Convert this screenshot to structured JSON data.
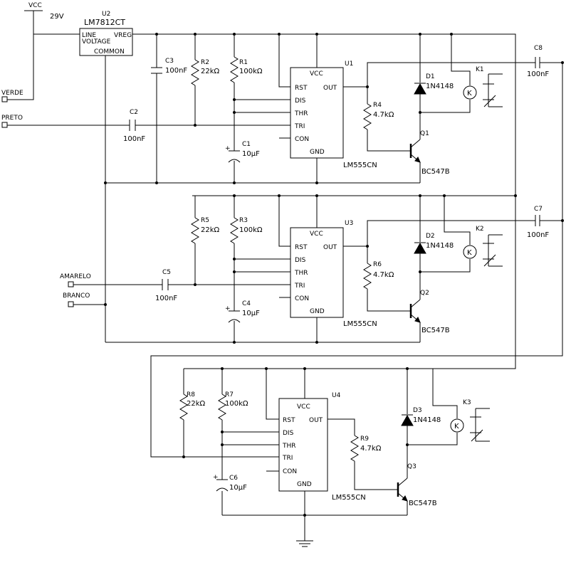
{
  "supply": {
    "net_label": "VCC",
    "voltage": "29V"
  },
  "regulator": {
    "ref": "U2",
    "part": "LM7812CT",
    "pin_in": "LINE\nVOLTAGE",
    "pin_out": "VREG",
    "pin_gnd": "COMMON"
  },
  "inputs": {
    "verde": "VERDE",
    "preto": "PRETO",
    "amarelo": "AMARELO",
    "branco": "BRANCO"
  },
  "timer_pins": {
    "vcc": "VCC",
    "rst": "RST",
    "dis": "DIS",
    "thr": "THR",
    "tri": "TRI",
    "con": "CON",
    "gnd": "GND",
    "out": "OUT"
  },
  "stage1": {
    "timer": {
      "ref": "U1",
      "part": "LM555CN"
    },
    "c_vcc": {
      "ref": "C3",
      "value": "100nF"
    },
    "r_pullup": {
      "ref": "R2",
      "value": "22kΩ"
    },
    "r_timing": {
      "ref": "R1",
      "value": "100kΩ"
    },
    "c_timing": {
      "ref": "C1",
      "value": "10µF"
    },
    "c_input": {
      "ref": "C2",
      "value": "100nF"
    },
    "r_base": {
      "ref": "R4",
      "value": "4.7kΩ"
    },
    "diode": {
      "ref": "D1",
      "part": "1N4148"
    },
    "relay": {
      "ref": "K1"
    },
    "transistor": {
      "ref": "Q1",
      "part": "BC547B"
    },
    "c_couple": {
      "ref": "C8",
      "value": "100nF"
    }
  },
  "stage2": {
    "timer": {
      "ref": "U3",
      "part": "LM555CN"
    },
    "r_pullup": {
      "ref": "R5",
      "value": "22kΩ"
    },
    "r_timing": {
      "ref": "R3",
      "value": "100kΩ"
    },
    "c_timing": {
      "ref": "C4",
      "value": "10µF"
    },
    "c_input": {
      "ref": "C5",
      "value": "100nF"
    },
    "r_base": {
      "ref": "R6",
      "value": "4.7kΩ"
    },
    "diode": {
      "ref": "D2",
      "part": "1N4148"
    },
    "relay": {
      "ref": "K2"
    },
    "transistor": {
      "ref": "Q2",
      "part": "BC547B"
    },
    "c_couple": {
      "ref": "C7",
      "value": "100nF"
    }
  },
  "stage3": {
    "timer": {
      "ref": "U4",
      "part": "LM555CN"
    },
    "r_pullup": {
      "ref": "R8",
      "value": "22kΩ"
    },
    "r_timing": {
      "ref": "R7",
      "value": "100kΩ"
    },
    "c_timing": {
      "ref": "C6",
      "value": "10µF"
    },
    "r_base": {
      "ref": "R9",
      "value": "4.7kΩ"
    },
    "diode": {
      "ref": "D3",
      "part": "1N4148"
    },
    "relay": {
      "ref": "K3"
    },
    "transistor": {
      "ref": "Q3",
      "part": "BC547B"
    }
  },
  "symbols": {
    "relay_coil": "K",
    "polarity": "+"
  }
}
